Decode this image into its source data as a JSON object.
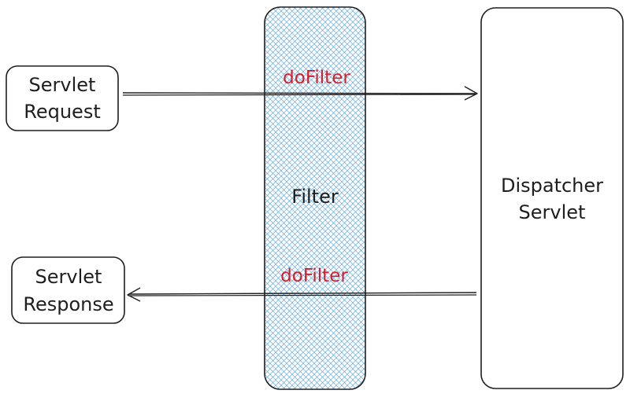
{
  "nodes": {
    "servlet_request": {
      "line1": "Servlet",
      "line2": "Request"
    },
    "servlet_response": {
      "line1": "Servlet",
      "line2": "Response"
    },
    "filter": {
      "label": "Filter"
    },
    "dispatcher_servlet": {
      "line1": "Dispatcher",
      "line2": "Servlet"
    }
  },
  "edges": {
    "request_arrow": {
      "label": "doFilter"
    },
    "response_arrow": {
      "label": "doFilter"
    }
  },
  "colors": {
    "stroke": "#1e1e1e",
    "edge_label": "#d0202d",
    "filter_hatch": "#4a9ad6"
  }
}
